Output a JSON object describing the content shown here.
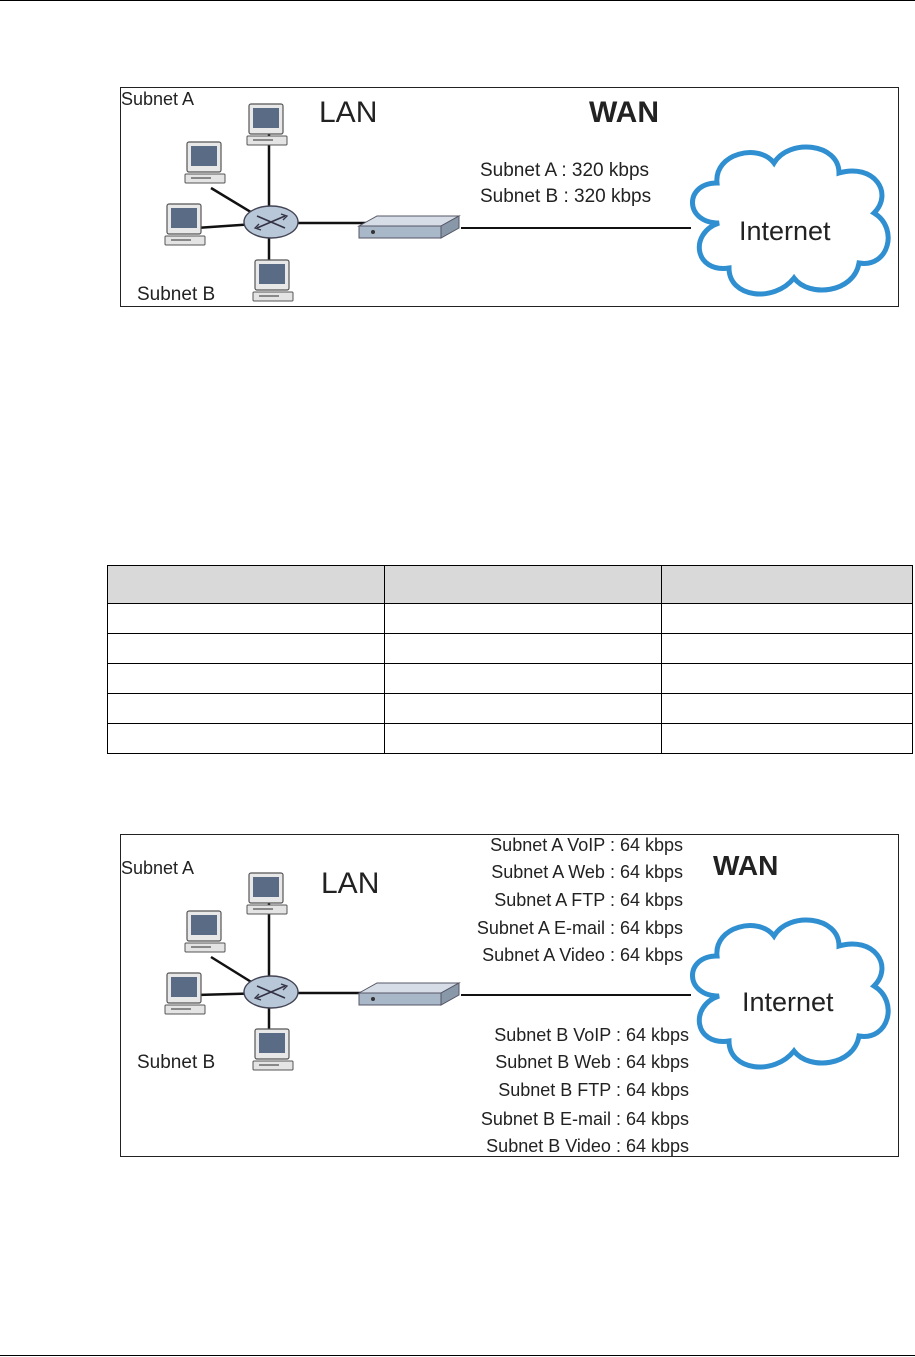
{
  "figure1": {
    "subnet_a_label": "Subnet A",
    "subnet_b_label": "Subnet B",
    "lan_label": "LAN",
    "wan_label": "WAN",
    "bandwidth_lines": [
      "Subnet A : 320 kbps",
      "Subnet B : 320 kbps"
    ],
    "cloud_label": "Internet"
  },
  "table": {
    "headers": [
      "",
      "",
      ""
    ],
    "rows": [
      [
        "",
        "",
        ""
      ],
      [
        "",
        "",
        ""
      ],
      [
        "",
        "",
        ""
      ],
      [
        "",
        "",
        ""
      ],
      [
        "",
        "",
        ""
      ]
    ]
  },
  "figure2": {
    "subnet_a_label": "Subnet A",
    "subnet_b_label": "Subnet B",
    "lan_label": "LAN",
    "wan_label": "WAN",
    "subnet_a_lines": [
      "Subnet A VoIP : 64 kbps",
      "Subnet A Web : 64 kbps",
      "Subnet A FTP : 64 kbps",
      "Subnet A E-mail : 64 kbps",
      "Subnet A Video : 64 kbps"
    ],
    "subnet_b_lines": [
      "Subnet B VoIP : 64 kbps",
      "Subnet B Web : 64 kbps",
      "Subnet B FTP : 64 kbps",
      "Subnet B E-mail : 64 kbps",
      "Subnet B Video : 64 kbps"
    ],
    "cloud_label": "Internet"
  },
  "colors": {
    "cloud_stroke": "#2f8fd0",
    "device_fill": "#a8b8c8",
    "monitor_screen": "#5a6b86"
  }
}
